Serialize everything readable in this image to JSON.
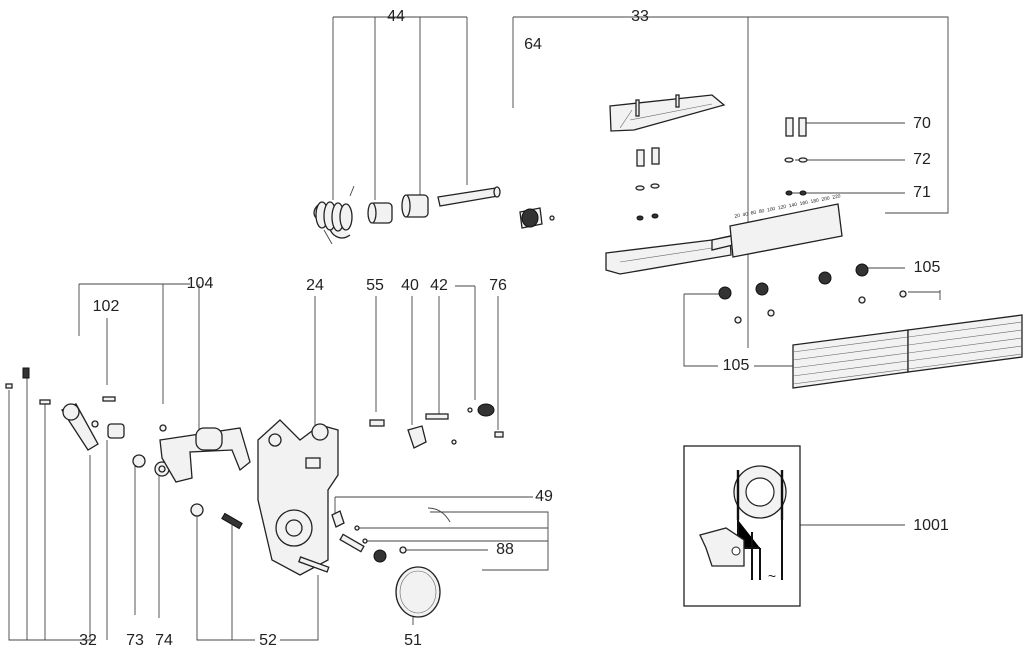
{
  "labels": {
    "l44": "44",
    "l33": "33",
    "l64": "64",
    "l70": "70",
    "l72": "72",
    "l71": "71",
    "l105a": "105",
    "l105b": "105",
    "l104": "104",
    "l102": "102",
    "l24": "24",
    "l55": "55",
    "l40": "40",
    "l42": "42",
    "l76": "76",
    "l49": "49",
    "l88": "88",
    "l1001": "1001",
    "l32": "32",
    "l73": "73",
    "l74": "74",
    "l52": "52",
    "l51": "51"
  },
  "scale": {
    "ticks": [
      "20",
      "40",
      "60",
      "80",
      "100",
      "120",
      "140",
      "160",
      "180",
      "200",
      "220"
    ]
  },
  "schematic": {
    "symbol": "~"
  }
}
